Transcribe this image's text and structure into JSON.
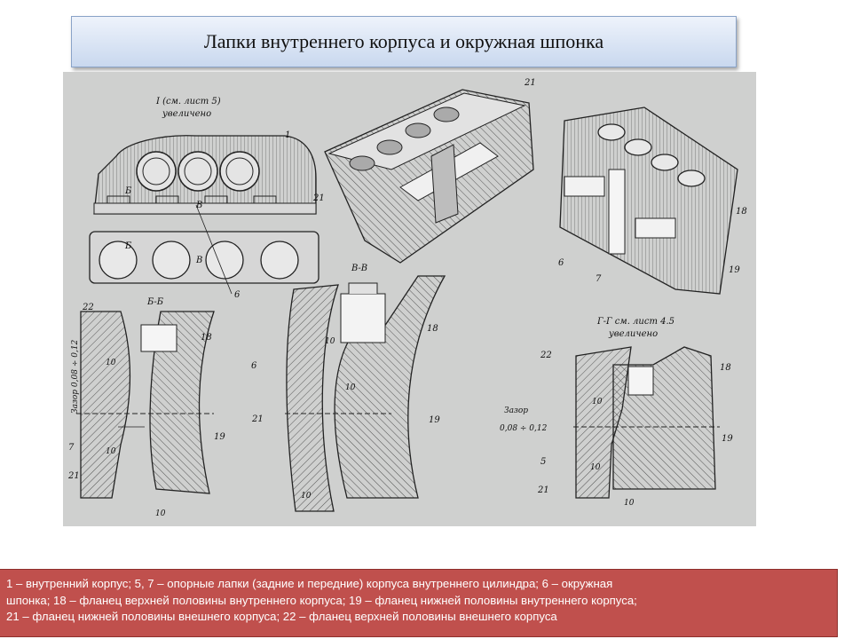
{
  "slide": {
    "title": "Лапки внутреннего корпуса и окружная шпонка"
  },
  "drawing": {
    "view_labels": {
      "detail_i_line1": "I (см. лист 5)",
      "detail_i_line2": "увеличено",
      "section_bb": "Б-Б",
      "section_vv": "В-В",
      "section_gg_line1": "Г-Г см. лист 4.5",
      "section_gg_line2": "увеличено",
      "gap_left": "Зазор 0,08 ÷ 0,12",
      "gap_right_line1": "Зазор",
      "gap_right_line2": "0,08 ÷ 0,12"
    },
    "cut_marks": {
      "b": "Б",
      "v": "В"
    },
    "part_numbers": {
      "p1": "1",
      "p21": "21",
      "p6": "6",
      "p7": "7",
      "p18": "18",
      "p19": "19",
      "p22": "22",
      "p5": "5",
      "dim10": "10"
    }
  },
  "caption": {
    "line1": "1 – внутренний корпус; 5, 7 – опорные лапки (задние и передние) корпуса внутреннего цилиндра; 6 – окружная",
    "line2": "шпонка; 18 – фланец верхней половины внутреннего корпуса; 19 – фланец нижней половины внутреннего корпуса;",
    "line3": "21 – фланец нижней половины внешнего корпуса; 22 – фланец верхней половины внешнего корпуса"
  }
}
